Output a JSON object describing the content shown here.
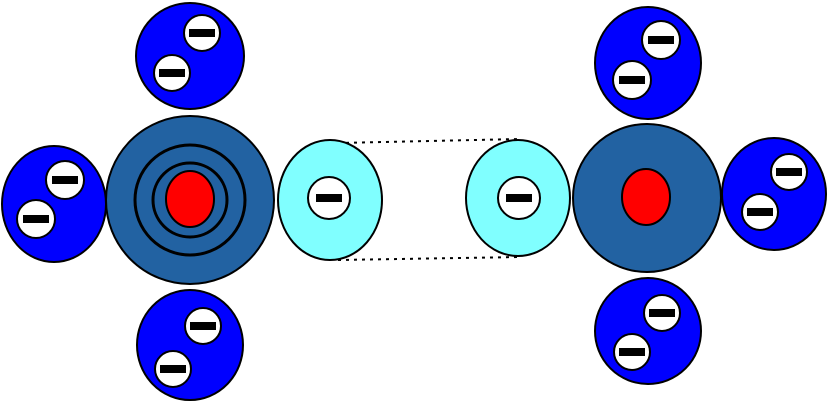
{
  "colors": {
    "background": "#ffffff",
    "nucleus": "#ff0000",
    "atom_core": "#2262a2",
    "orbital_outer": "#0000ff",
    "orbital_bond": "#80ffff",
    "electron": "#ffffff",
    "outline": "#000000",
    "minus_mark": "#000000"
  },
  "diagram": {
    "atoms": [
      {
        "name": "left-atom",
        "core_style": "concentric-rings",
        "outer_pairs": [
          "top",
          "left",
          "bottom"
        ],
        "bonding_orbital": "right"
      },
      {
        "name": "right-atom",
        "core_style": "plain",
        "outer_pairs": [
          "top",
          "right",
          "bottom"
        ],
        "bonding_orbital": "left"
      }
    ],
    "connection": {
      "style": "dotted",
      "between": [
        "left-bonding-orbital",
        "right-bonding-orbital"
      ]
    },
    "electron_symbol": "minus-icon"
  }
}
